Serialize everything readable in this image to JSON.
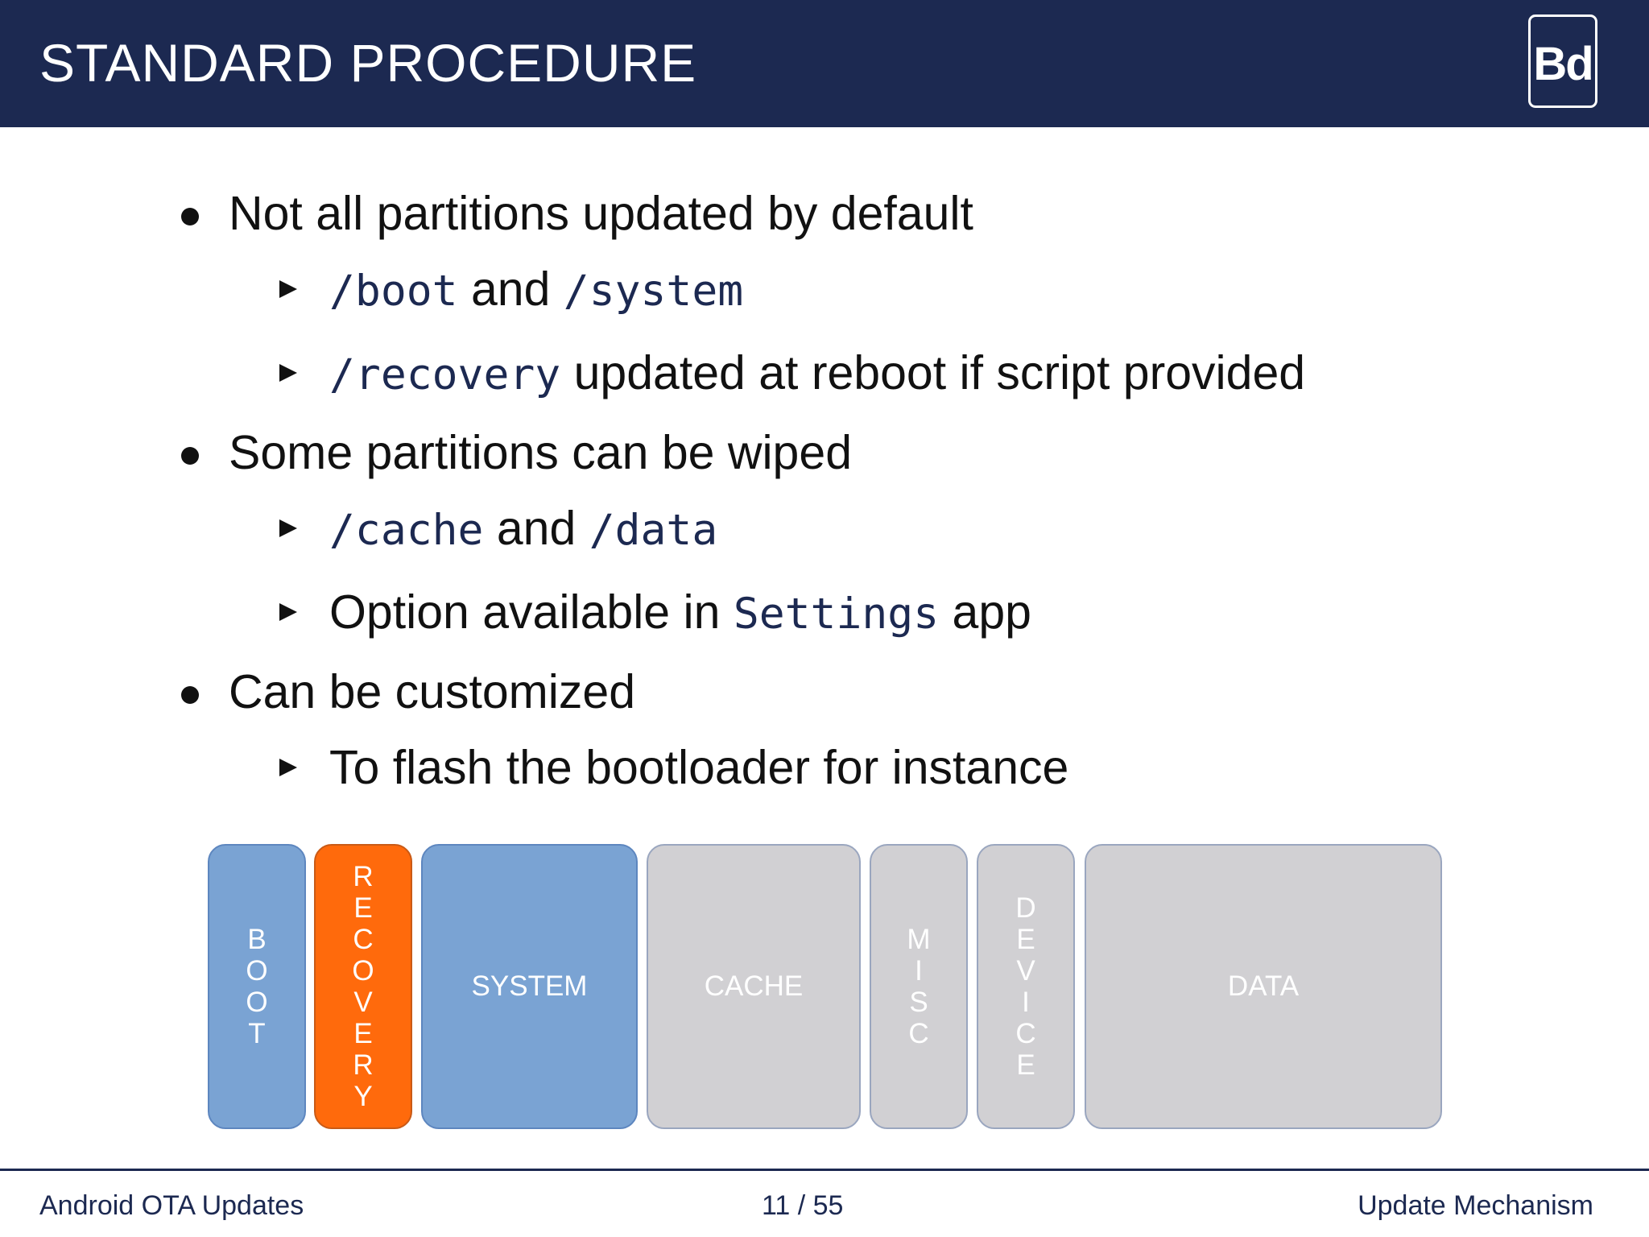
{
  "header": {
    "title": "STANDARD PROCEDURE",
    "logo_text": "Bd"
  },
  "bullets": [
    {
      "text": "Not all partitions updated by default",
      "subs": [
        {
          "parts": [
            {
              "code": "/boot"
            },
            {
              "text": " and "
            },
            {
              "code": "/system"
            }
          ]
        },
        {
          "parts": [
            {
              "code": "/recovery"
            },
            {
              "text": " updated at reboot if script provided"
            }
          ]
        }
      ]
    },
    {
      "text": "Some partitions can be wiped",
      "subs": [
        {
          "parts": [
            {
              "code": "/cache"
            },
            {
              "text": " and "
            },
            {
              "code": "/data"
            }
          ]
        },
        {
          "parts": [
            {
              "text": "Option available in "
            },
            {
              "code": "Settings"
            },
            {
              "text": " app"
            }
          ]
        }
      ]
    },
    {
      "text": "Can be customized",
      "subs": [
        {
          "parts": [
            {
              "text": "To flash the bootloader for instance"
            }
          ]
        }
      ]
    }
  ],
  "partitions": [
    {
      "label": "BOOT",
      "vertical": true,
      "color": "blue"
    },
    {
      "label": "RECOVERY",
      "vertical": true,
      "color": "orange"
    },
    {
      "label": "SYSTEM",
      "vertical": false,
      "color": "blue"
    },
    {
      "label": "CACHE",
      "vertical": false,
      "color": "grey"
    },
    {
      "label": "MISC",
      "vertical": true,
      "color": "grey"
    },
    {
      "label": "DEVICE",
      "vertical": true,
      "color": "grey"
    },
    {
      "label": "DATA",
      "vertical": false,
      "color": "grey"
    }
  ],
  "colors": {
    "header_bg": "#1c2951",
    "blue_partition": "#7aa3d3",
    "orange_partition": "#ff6a0c",
    "grey_partition": "#d1d0d3"
  },
  "footer": {
    "left": "Android OTA Updates",
    "center": "11 / 55",
    "right": "Update Mechanism"
  }
}
